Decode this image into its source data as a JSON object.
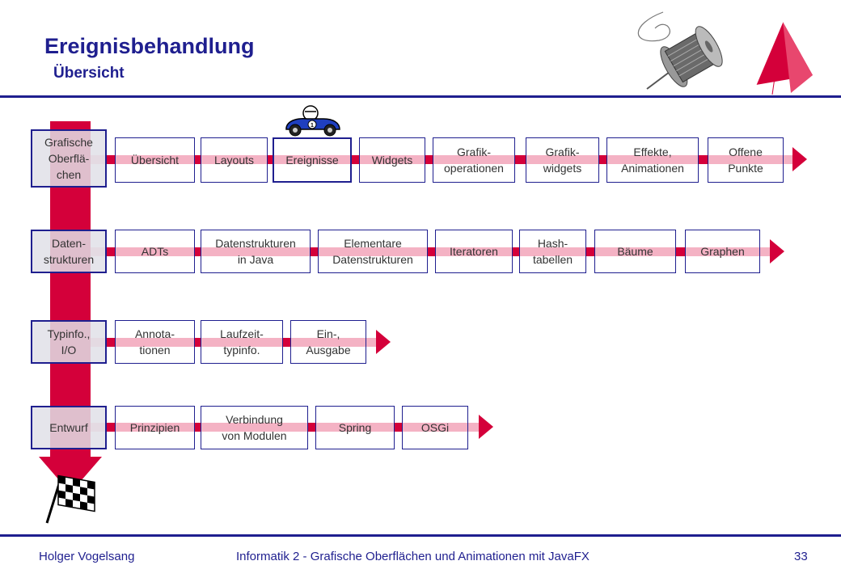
{
  "header": {
    "title": "Ereignisbehandlung",
    "subtitle": "Übersicht"
  },
  "footer": {
    "author": "Holger Vogelsang",
    "course": "Informatik 2 - Grafische Oberflächen und Animationen mit JavaFX",
    "page": "33"
  },
  "colors": {
    "accent": "#1f1f8f",
    "arrow": "#d4003a",
    "bar": "#f4b2c4"
  },
  "icons": [
    "thread-spool-icon",
    "red-sail-logo-icon",
    "race-car-icon",
    "checkered-flag-icon"
  ],
  "rows": [
    {
      "category": "Grafische\nOberflä-\nchen",
      "items": [
        "Übersicht",
        "Layouts",
        "Ereignisse",
        "Widgets",
        "Grafik-\noperationen",
        "Grafik-\nwidgets",
        "Effekte,\nAnimationen",
        "Offene\nPunkte"
      ],
      "current": "Ereignisse"
    },
    {
      "category": "Daten-\nstrukturen",
      "items": [
        "ADTs",
        "Datenstrukturen\nin Java",
        "Elementare\nDatenstrukturen",
        "Iteratoren",
        "Hash-\ntabellen",
        "Bäume",
        "Graphen"
      ]
    },
    {
      "category": "Typinfo.,\nI/O",
      "items": [
        "Annota-\ntionen",
        "Laufzeit-\ntypinfo.",
        "Ein-,\nAusgabe"
      ]
    },
    {
      "category": "Entwurf",
      "items": [
        "Prinzipien",
        "Verbindung\nvon Modulen",
        "Spring",
        "OSGi"
      ]
    }
  ]
}
